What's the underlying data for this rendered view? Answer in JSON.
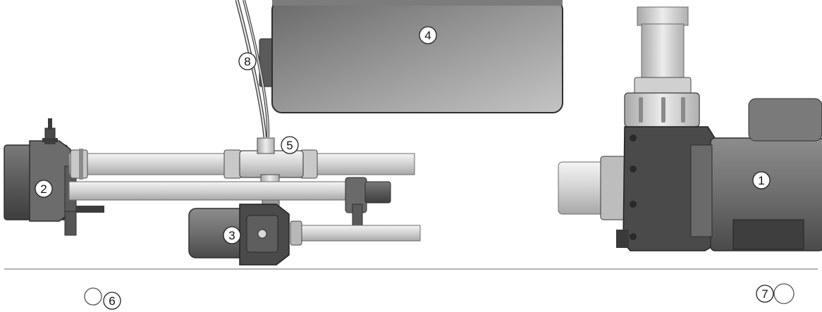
{
  "colors": {
    "background": "#ffffff",
    "pipe_light": "#e4e4e4",
    "pipe_mid": "#bdbdbd",
    "body_dark": "#5c5c5c",
    "body_mid": "#8a8a8a",
    "floor_line": "#9a9a9a",
    "outline": "#2e2e2e"
  },
  "callouts": {
    "c1": {
      "label": "1",
      "icon": "circled-number-icon"
    },
    "c2": {
      "label": "2",
      "icon": "circled-number-icon"
    },
    "c3": {
      "label": "3",
      "icon": "circled-number-icon"
    },
    "c4": {
      "label": "4",
      "icon": "circled-number-icon"
    },
    "c5": {
      "label": "5",
      "icon": "circled-number-icon"
    },
    "c6": {
      "label": "6",
      "icon": "circled-number-icon"
    },
    "c7": {
      "label": "7",
      "icon": "circled-number-icon"
    },
    "c8": {
      "label": "8",
      "icon": "circled-number-icon"
    }
  }
}
